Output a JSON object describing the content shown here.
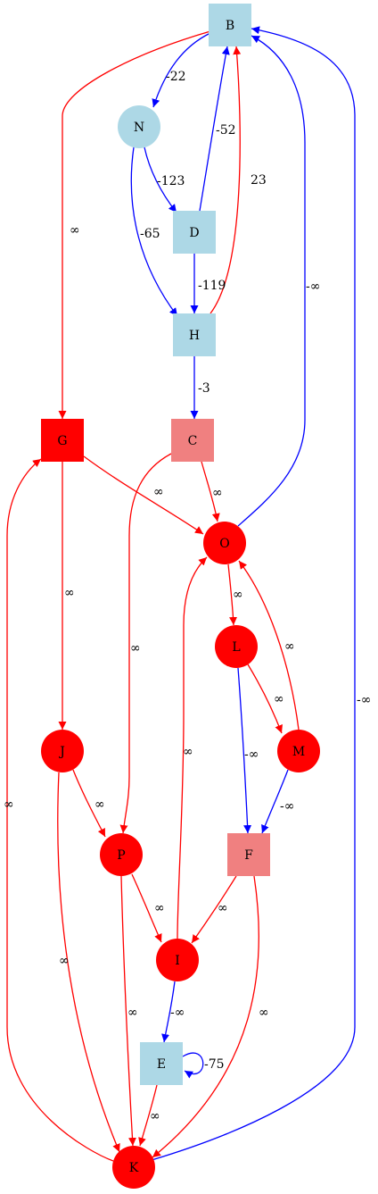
{
  "colors": {
    "blue_node": "#add8e6",
    "red_node": "#ff0000",
    "pink_node": "#f08080",
    "blue_edge": "#0000ff",
    "red_edge": "#ff0000"
  },
  "nodes": [
    {
      "id": "B",
      "label": "B",
      "shape": "box",
      "fill": "blue_node"
    },
    {
      "id": "N",
      "label": "N",
      "shape": "circle",
      "fill": "blue_node"
    },
    {
      "id": "D",
      "label": "D",
      "shape": "box",
      "fill": "blue_node"
    },
    {
      "id": "H",
      "label": "H",
      "shape": "box",
      "fill": "blue_node"
    },
    {
      "id": "G",
      "label": "G",
      "shape": "box",
      "fill": "red_node"
    },
    {
      "id": "C",
      "label": "C",
      "shape": "box",
      "fill": "pink_node"
    },
    {
      "id": "O",
      "label": "O",
      "shape": "circle",
      "fill": "red_node"
    },
    {
      "id": "L",
      "label": "L",
      "shape": "circle",
      "fill": "red_node"
    },
    {
      "id": "J",
      "label": "J",
      "shape": "circle",
      "fill": "red_node"
    },
    {
      "id": "M",
      "label": "M",
      "shape": "circle",
      "fill": "red_node"
    },
    {
      "id": "P",
      "label": "P",
      "shape": "circle",
      "fill": "red_node"
    },
    {
      "id": "F",
      "label": "F",
      "shape": "box",
      "fill": "pink_node"
    },
    {
      "id": "I",
      "label": "I",
      "shape": "circle",
      "fill": "red_node"
    },
    {
      "id": "E",
      "label": "E",
      "shape": "box",
      "fill": "blue_node"
    },
    {
      "id": "K",
      "label": "K",
      "shape": "circle",
      "fill": "red_node"
    }
  ],
  "edges": [
    {
      "from": "B",
      "to": "N",
      "label": "-22",
      "color": "blue_edge"
    },
    {
      "from": "B",
      "to": "G",
      "label": "∞",
      "color": "red_edge"
    },
    {
      "from": "N",
      "to": "D",
      "label": "-123",
      "color": "blue_edge"
    },
    {
      "from": "N",
      "to": "H",
      "label": "-65",
      "color": "blue_edge"
    },
    {
      "from": "D",
      "to": "B",
      "label": "-52",
      "color": "blue_edge"
    },
    {
      "from": "D",
      "to": "H",
      "label": "-119",
      "color": "blue_edge"
    },
    {
      "from": "H",
      "to": "B",
      "label": "23",
      "color": "red_edge"
    },
    {
      "from": "H",
      "to": "C",
      "label": "-3",
      "color": "blue_edge"
    },
    {
      "from": "O",
      "to": "B",
      "label": "-∞",
      "color": "blue_edge"
    },
    {
      "from": "K",
      "to": "B",
      "label": "-∞",
      "color": "blue_edge"
    },
    {
      "from": "G",
      "to": "O",
      "label": "∞",
      "color": "red_edge"
    },
    {
      "from": "G",
      "to": "J",
      "label": "∞",
      "color": "red_edge"
    },
    {
      "from": "C",
      "to": "O",
      "label": "∞",
      "color": "red_edge"
    },
    {
      "from": "C",
      "to": "P",
      "label": "∞",
      "color": "red_edge"
    },
    {
      "from": "O",
      "to": "L",
      "label": "∞",
      "color": "red_edge"
    },
    {
      "from": "M",
      "to": "O",
      "label": "∞",
      "color": "red_edge"
    },
    {
      "from": "I",
      "to": "O",
      "label": "∞",
      "color": "red_edge"
    },
    {
      "from": "L",
      "to": "M",
      "label": "∞",
      "color": "red_edge"
    },
    {
      "from": "L",
      "to": "F",
      "label": "-∞",
      "color": "blue_edge"
    },
    {
      "from": "M",
      "to": "F",
      "label": "-∞",
      "color": "blue_edge"
    },
    {
      "from": "J",
      "to": "P",
      "label": "∞",
      "color": "red_edge"
    },
    {
      "from": "J",
      "to": "K",
      "label": "∞",
      "color": "red_edge"
    },
    {
      "from": "K",
      "to": "G",
      "label": "∞",
      "color": "red_edge"
    },
    {
      "from": "P",
      "to": "I",
      "label": "∞",
      "color": "red_edge"
    },
    {
      "from": "P",
      "to": "K",
      "label": "∞",
      "color": "red_edge"
    },
    {
      "from": "F",
      "to": "I",
      "label": "∞",
      "color": "red_edge"
    },
    {
      "from": "F",
      "to": "K",
      "label": "∞",
      "color": "red_edge"
    },
    {
      "from": "I",
      "to": "E",
      "label": "-∞",
      "color": "blue_edge"
    },
    {
      "from": "E",
      "to": "E",
      "label": "-75",
      "color": "blue_edge"
    },
    {
      "from": "E",
      "to": "K",
      "label": "∞",
      "color": "red_edge"
    }
  ]
}
